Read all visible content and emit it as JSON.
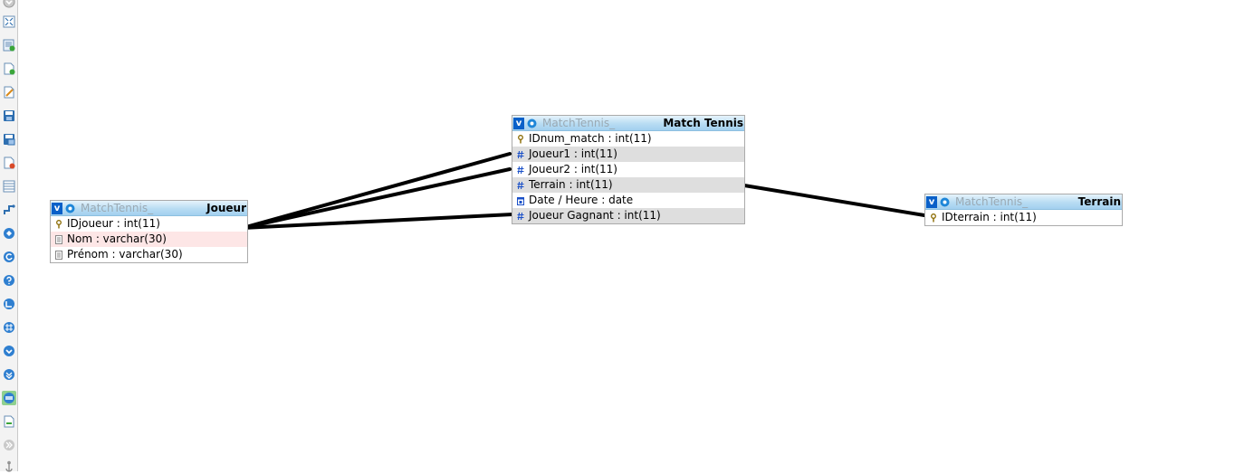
{
  "toolbar": {
    "items": [
      {
        "name": "collapse-icon"
      },
      {
        "name": "fullscreen-icon"
      },
      {
        "name": "add-tables-icon"
      },
      {
        "name": "new-page-icon"
      },
      {
        "name": "edit-page-icon"
      },
      {
        "name": "save-icon"
      },
      {
        "name": "save-as-icon"
      },
      {
        "name": "delete-page-icon"
      },
      {
        "name": "table-list-icon"
      },
      {
        "name": "relation-lines-icon"
      },
      {
        "name": "toggle-small-big-icon"
      },
      {
        "name": "reload-icon"
      },
      {
        "name": "help-icon"
      },
      {
        "name": "angular-lines-icon"
      },
      {
        "name": "snap-to-grid-icon"
      },
      {
        "name": "move-down-icon"
      },
      {
        "name": "move-down-alt-icon"
      },
      {
        "name": "show-hide-columns-icon"
      },
      {
        "name": "export-icon"
      },
      {
        "name": "expand-panel-icon"
      },
      {
        "name": "anchor-icon"
      }
    ]
  },
  "tables": [
    {
      "id": "joueur",
      "db": "MatchTennis_",
      "name": "Joueur",
      "toggle": "v",
      "columns": [
        {
          "label": "IDjoueur : int(11)",
          "icon": "primary-key-icon"
        },
        {
          "label": "Nom : varchar(30)",
          "icon": "text-column-icon"
        },
        {
          "label": "Prénom : varchar(30)",
          "icon": "text-column-icon"
        }
      ]
    },
    {
      "id": "match",
      "db": "MatchTennis_",
      "name": "Match Tennis",
      "toggle": "v",
      "columns": [
        {
          "label": "IDnum_match : int(11)",
          "icon": "primary-key-icon"
        },
        {
          "label": "Joueur1 : int(11)",
          "icon": "numeric-column-icon"
        },
        {
          "label": "Joueur2 : int(11)",
          "icon": "numeric-column-icon"
        },
        {
          "label": "Terrain : int(11)",
          "icon": "numeric-column-icon"
        },
        {
          "label": "Date / Heure : date",
          "icon": "date-column-icon"
        },
        {
          "label": "Joueur Gagnant : int(11)",
          "icon": "numeric-column-icon"
        }
      ]
    },
    {
      "id": "terrain",
      "db": "MatchTennis_",
      "name": "Terrain",
      "toggle": "v",
      "columns": [
        {
          "label": "IDterrain : int(11)",
          "icon": "primary-key-icon"
        }
      ]
    }
  ],
  "colors": {
    "relation_line": "#000000",
    "toolbar_icon": "#2f7fd0",
    "header_toggle": "#0a60c8",
    "active_tool": "#8fd08f"
  }
}
